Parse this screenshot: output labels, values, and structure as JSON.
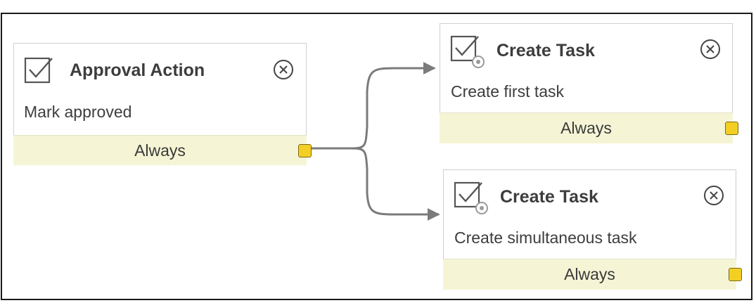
{
  "nodes": [
    {
      "id": "approval-action",
      "icon": "checkbox-icon",
      "title": "Approval Action",
      "description": "Mark approved",
      "condition": "Always"
    },
    {
      "id": "create-task-first",
      "icon": "task-checkbox-gear-icon",
      "title": "Create Task",
      "description": "Create first task",
      "condition": "Always"
    },
    {
      "id": "create-task-simultaneous",
      "icon": "task-checkbox-gear-icon",
      "title": "Create Task",
      "description": "Create simultaneous task",
      "condition": "Always"
    }
  ],
  "edges": [
    {
      "from": "approval-action",
      "to": "create-task-first"
    },
    {
      "from": "approval-action",
      "to": "create-task-simultaneous"
    }
  ],
  "colors": {
    "port_fill": "#f3cf23",
    "footer_fill": "#f5f5d6",
    "wire": "#7b7b7b",
    "text": "#3d3d3d"
  }
}
